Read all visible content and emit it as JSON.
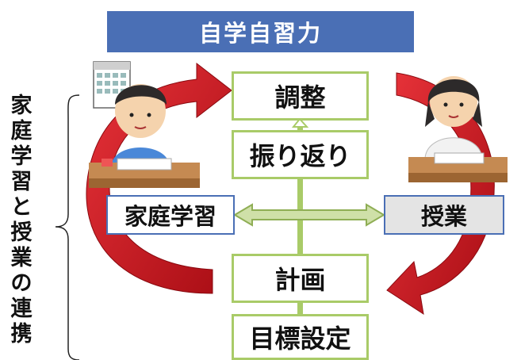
{
  "title": "自学自習力",
  "vertical_label": "家庭学習と授業の連携",
  "steps": {
    "adjust": "調整",
    "reflect": "振り返り",
    "plan": "計画",
    "goal": "目標設定"
  },
  "sides": {
    "home": "家庭学習",
    "class": "授業"
  },
  "colors": {
    "banner": "#4a6fb5",
    "step_border": "#a9cb68",
    "cycle_arrow": "#d0141c",
    "side_border": "#4a6fb5",
    "class_box_fill": "#e4e4e4"
  }
}
